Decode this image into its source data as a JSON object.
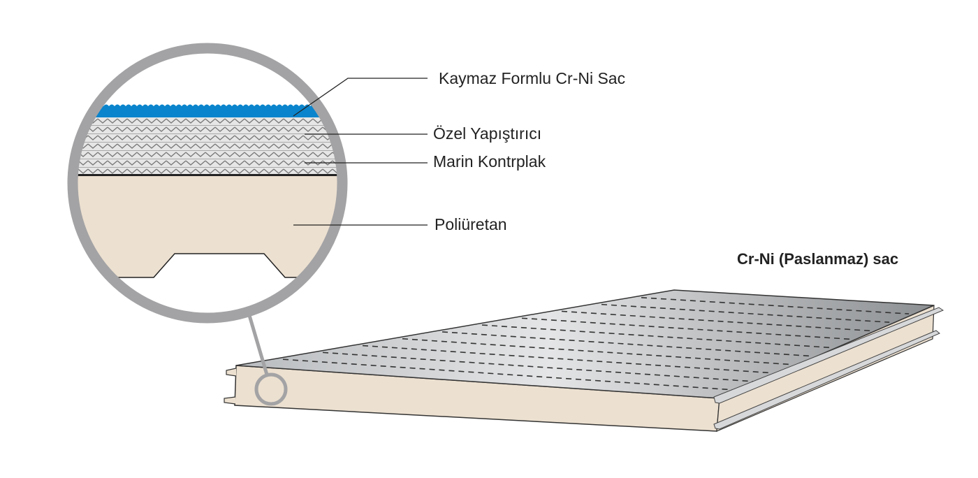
{
  "labels": {
    "layer1": "Kaymaz Formlu Cr-Ni Sac",
    "layer2": "Özel Yapıştırıcı",
    "layer3": "Marin Kontrplak",
    "layer4": "Poliüretan"
  },
  "panel_title": "Cr-Ni (Paslanmaz) sac",
  "colors": {
    "sheet_blue": "#0a84cc",
    "foam": "#ece0d0",
    "ring": "#a3a3a5"
  }
}
